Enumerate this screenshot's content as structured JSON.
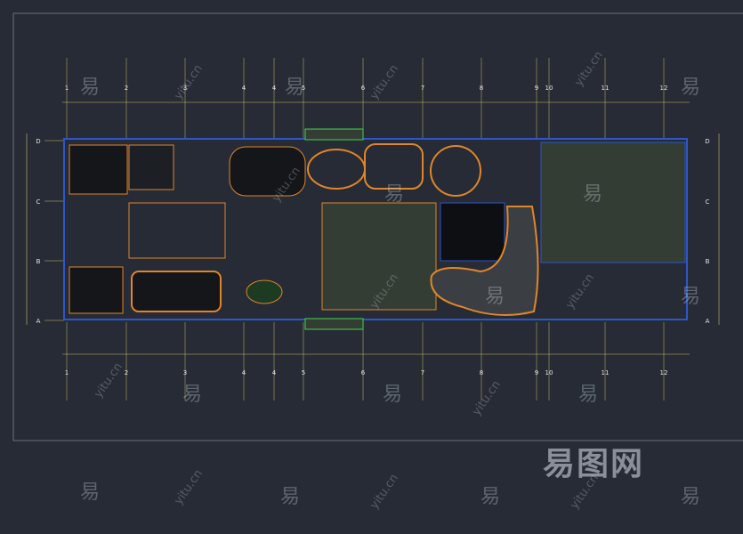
{
  "drawing": {
    "column_labels": [
      "1",
      "2",
      "3",
      "4",
      "4",
      "5",
      "6",
      "7",
      "8",
      "9",
      "10",
      "11",
      "12"
    ],
    "row_labels": [
      "D",
      "C",
      "B",
      "A"
    ],
    "colors": {
      "background": "#262b35",
      "grid": "#c9c26a",
      "wall": "#2f56c8",
      "accent": "#e0862a",
      "green": "#3fd64a",
      "fill": "#141619",
      "room": "#333d33"
    }
  },
  "watermark": {
    "logo": "易图网",
    "glyph": "易",
    "site": "yitu.cn"
  }
}
